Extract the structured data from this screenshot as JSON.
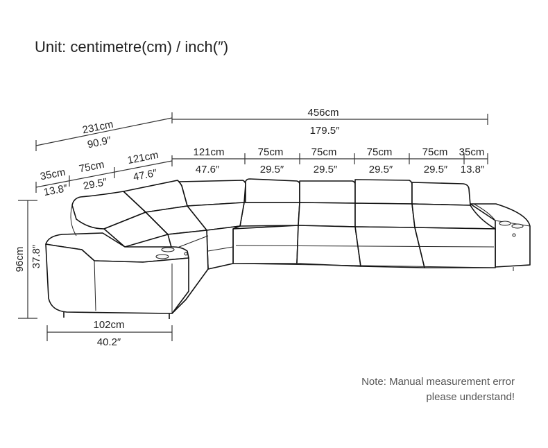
{
  "title": {
    "label": "Unit:",
    "text": "centimetre(cm) / inch(″)"
  },
  "dimensions": {
    "total_width_cm": "456cm",
    "total_width_in": "179.5″",
    "left_depth_cm": "231cm",
    "left_depth_in": "90.9″",
    "left_arm_cm": "35cm",
    "left_arm_in": "13.8″",
    "left_seat_cm": "75cm",
    "left_seat_in": "29.5″",
    "left_corner_cm": "121cm",
    "left_corner_in": "47.6″",
    "corner_cm": "121cm",
    "corner_in": "47.6″",
    "seat1_cm": "75cm",
    "seat1_in": "29.5″",
    "seat2_cm": "75cm",
    "seat2_in": "29.5″",
    "seat3_cm": "75cm",
    "seat3_in": "29.5″",
    "seat4_cm": "75cm",
    "seat4_in": "29.5″",
    "right_arm_cm": "35cm",
    "right_arm_in": "13.8″",
    "height_cm": "96cm",
    "height_in": "37.8″",
    "front_width_cm": "102cm",
    "front_width_in": "40.2″"
  },
  "note": {
    "line1": "Note: Manual measurement error",
    "line2": "please understand!"
  }
}
